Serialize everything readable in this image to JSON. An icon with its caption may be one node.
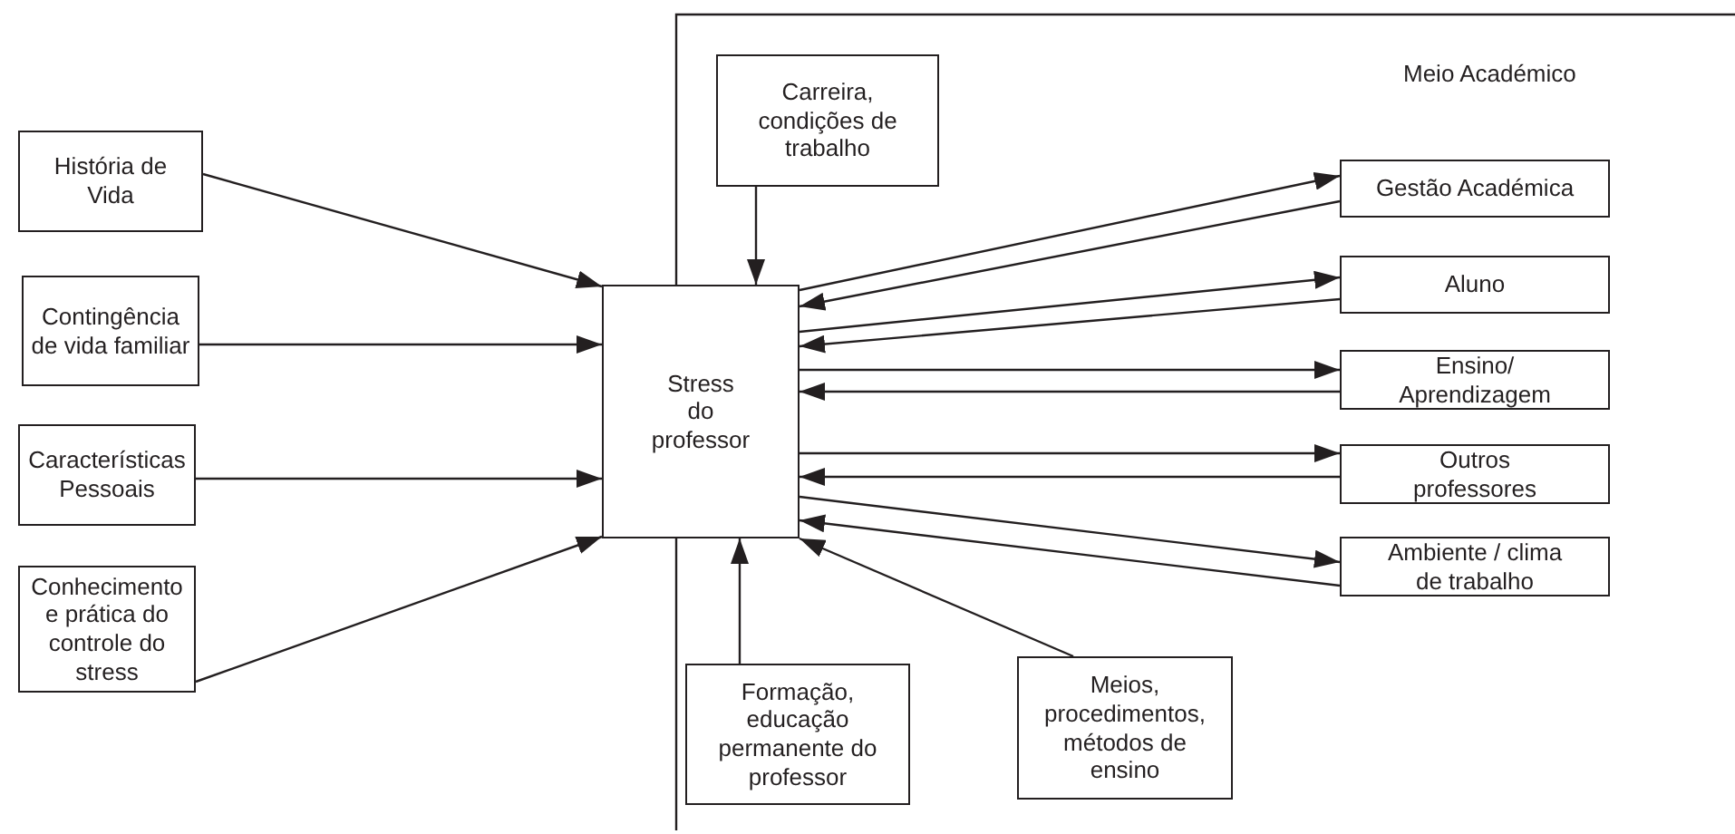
{
  "diagram": {
    "nodes": [
      {
        "text": [
          "História de Vida"
        ]
      },
      {
        "text": [
          "Contingência de vida familiar"
        ]
      },
      {
        "text": [
          "Características Pessoais"
        ]
      },
      {
        "text": [
          "Conhecimento e prática do controle do stress"
        ]
      },
      {
        "text": [
          "Carreira, condições de trabalho"
        ]
      },
      {
        "text": [
          "Stress do professor"
        ]
      },
      {
        "text": [
          "Gestão Académica"
        ]
      },
      {
        "text": [
          "Aluno"
        ]
      },
      {
        "text": [
          "Ensino/ Aprendizagem"
        ]
      },
      {
        "text": [
          "Outros professores"
        ]
      },
      {
        "text": [
          "Ambiente / clima de trabalho"
        ]
      },
      {
        "text": [
          "Formação, educação permanente do professor"
        ]
      },
      {
        "text": [
          "Meios, procedimentos, métodos de ensino"
        ]
      }
    ],
    "edges": [
      {
        "from": 0,
        "to": 5,
        "arrow": "to"
      },
      {
        "from": 1,
        "to": 5,
        "arrow": "to"
      },
      {
        "from": 2,
        "to": 5,
        "arrow": "to"
      },
      {
        "from": 3,
        "to": 5,
        "arrow": "to"
      },
      {
        "from": 4,
        "to": 5,
        "arrow": "to"
      },
      {
        "from": 5,
        "to": 6,
        "arrow": "to"
      },
      {
        "from": 6,
        "to": 5,
        "arrow": "to"
      },
      {
        "from": 5,
        "to": 7,
        "arrow": "to"
      },
      {
        "from": 7,
        "to": 5,
        "arrow": "to"
      },
      {
        "from": 5,
        "to": 8,
        "arrow": "to"
      },
      {
        "from": 8,
        "to": 5,
        "arrow": "to"
      },
      {
        "from": 5,
        "to": 9,
        "arrow": "to"
      },
      {
        "from": 9,
        "to": 5,
        "arrow": "to"
      },
      {
        "from": 5,
        "to": 10,
        "arrow": "to"
      },
      {
        "from": 10,
        "to": 5,
        "arrow": "to"
      },
      {
        "from": 11,
        "to": 5,
        "arrow": "to"
      },
      {
        "from": 12,
        "to": 5,
        "arrow": "to"
      }
    ],
    "labels": [
      "Meio Académico"
    ]
  }
}
